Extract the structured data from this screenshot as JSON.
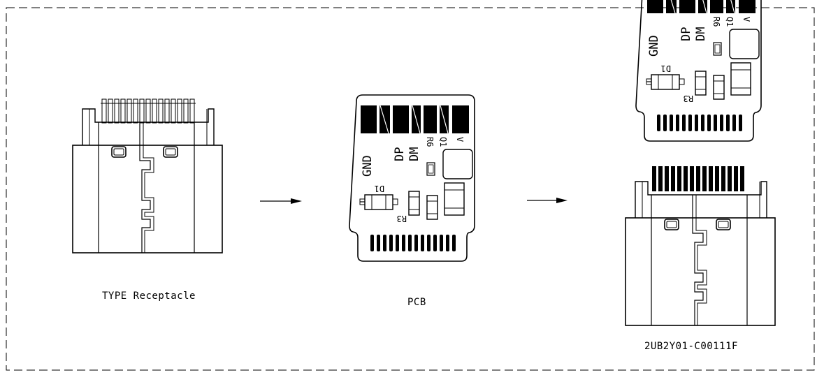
{
  "captions": {
    "receptacle": "TYPE Receptacle",
    "pcb": "PCB",
    "assembly": "2UB2Y01-C00111F"
  },
  "pcb_labels": {
    "gnd": "GND",
    "dp": "DP",
    "dm": "DM",
    "r6": "R6",
    "q1": "Q1",
    "v": "V",
    "d1": "D1",
    "r3": "R3"
  },
  "colors": {
    "ink": "#000000",
    "background": "#ffffff"
  }
}
